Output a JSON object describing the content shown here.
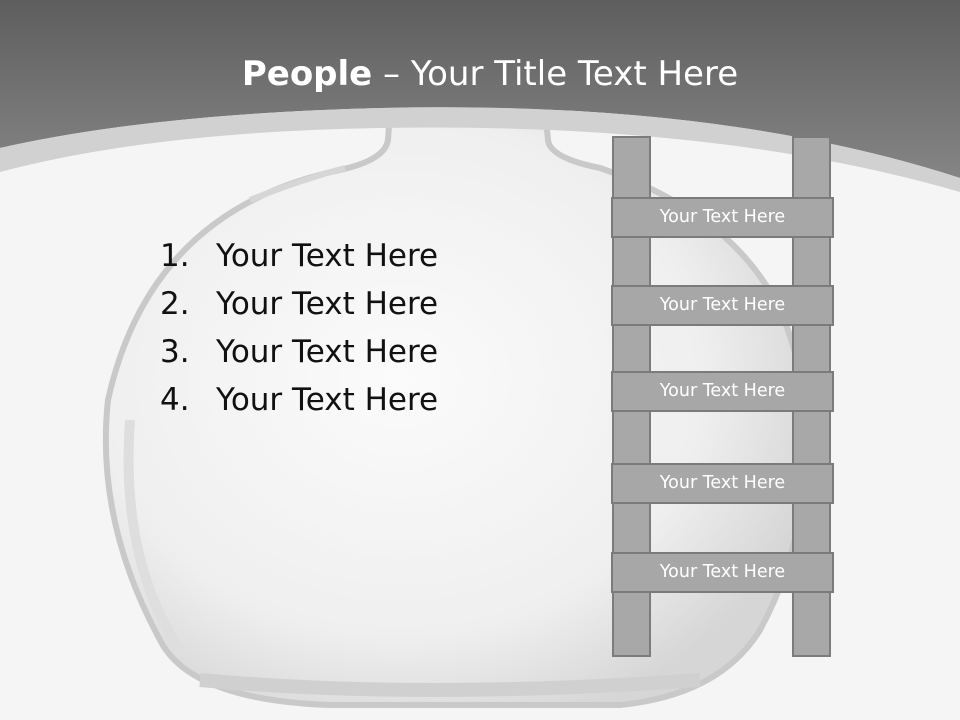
{
  "slide": {
    "title_bold": "People",
    "title_sep": " – ",
    "title_rest": "Your Title Text Here",
    "list_items": [
      {
        "num": "1.",
        "text": "Your Text Here"
      },
      {
        "num": "2.",
        "text": "Your Text Here"
      },
      {
        "num": "3.",
        "text": "Your Text Here"
      },
      {
        "num": "4.",
        "text": "Your Text Here"
      }
    ],
    "ladder_rungs": [
      "Your Text Here",
      "Your Text Here",
      "Your Text Here",
      "Your Text Here",
      "Your Text Here"
    ]
  },
  "colors": {
    "header_gray": "#6e6e6e",
    "band_light": "#d2d2d2",
    "ladder_fill": "#a8a8a8",
    "ladder_border": "#7b7b7b",
    "text_dark": "#111111"
  }
}
